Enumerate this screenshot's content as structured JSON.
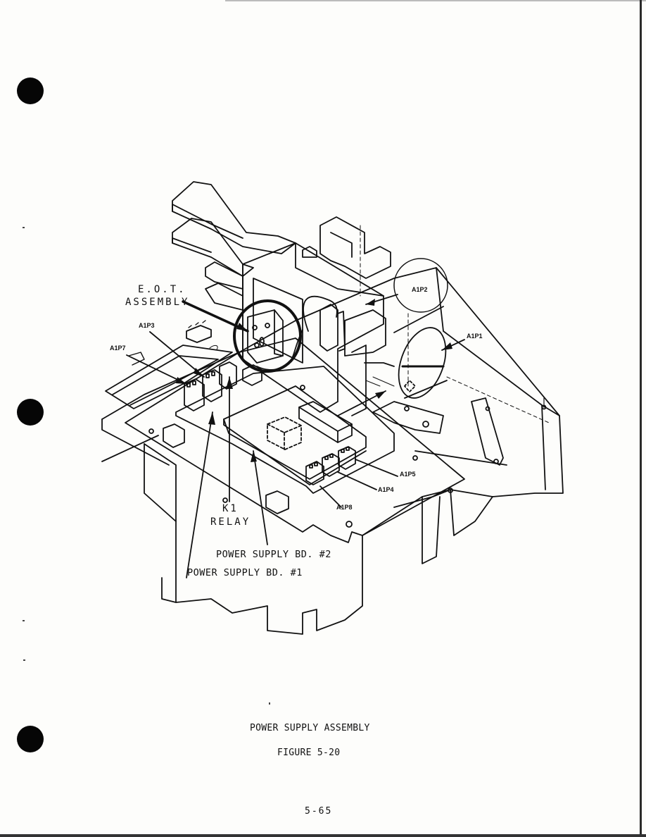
{
  "diagram_labels": {
    "eot_line1": "E.O.T.",
    "eot_line2": "ASSEMBLY",
    "a1p2": "A1P2",
    "a1p1": "A1P1",
    "a1p3": "A1P3",
    "a1p7": "A1P7",
    "a1p5": "A1P5",
    "a1p4": "A1P4",
    "a1p8": "A1P8",
    "k1_line1": "K1",
    "k1_line2": "RELAY",
    "psb2": "POWER SUPPLY BD. #2",
    "psb1": "POWER SUPPLY BD. #1"
  },
  "caption": {
    "title": "POWER SUPPLY ASSEMBLY",
    "figure": "FIGURE 5-20"
  },
  "page_number": "5-65"
}
